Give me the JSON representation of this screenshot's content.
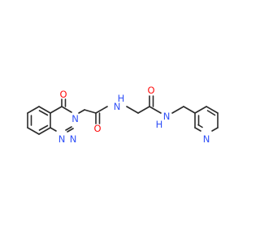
{
  "molecule": {
    "atoms": {
      "O1": {
        "symbol": "O",
        "color": "#ff0d0d"
      },
      "N_triazine_3": {
        "symbol": "N",
        "color": "#3050f8"
      },
      "N_triazine_2": {
        "symbol": "N",
        "color": "#3050f8"
      },
      "N_triazine_1": {
        "symbol": "N",
        "color": "#3050f8"
      },
      "O2": {
        "symbol": "O",
        "color": "#ff0d0d"
      },
      "N_amide_1": {
        "symbol": "N",
        "color": "#3050f8"
      },
      "H_amide_1": {
        "symbol": "H",
        "color": "#3050f8"
      },
      "O3": {
        "symbol": "O",
        "color": "#ff0d0d"
      },
      "N_amide_2": {
        "symbol": "N",
        "color": "#3050f8"
      },
      "H_amide_2": {
        "symbol": "H",
        "color": "#3050f8"
      },
      "N_pyridine": {
        "symbol": "N",
        "color": "#3050f8"
      }
    },
    "bond_color": "#2b2b2b"
  }
}
